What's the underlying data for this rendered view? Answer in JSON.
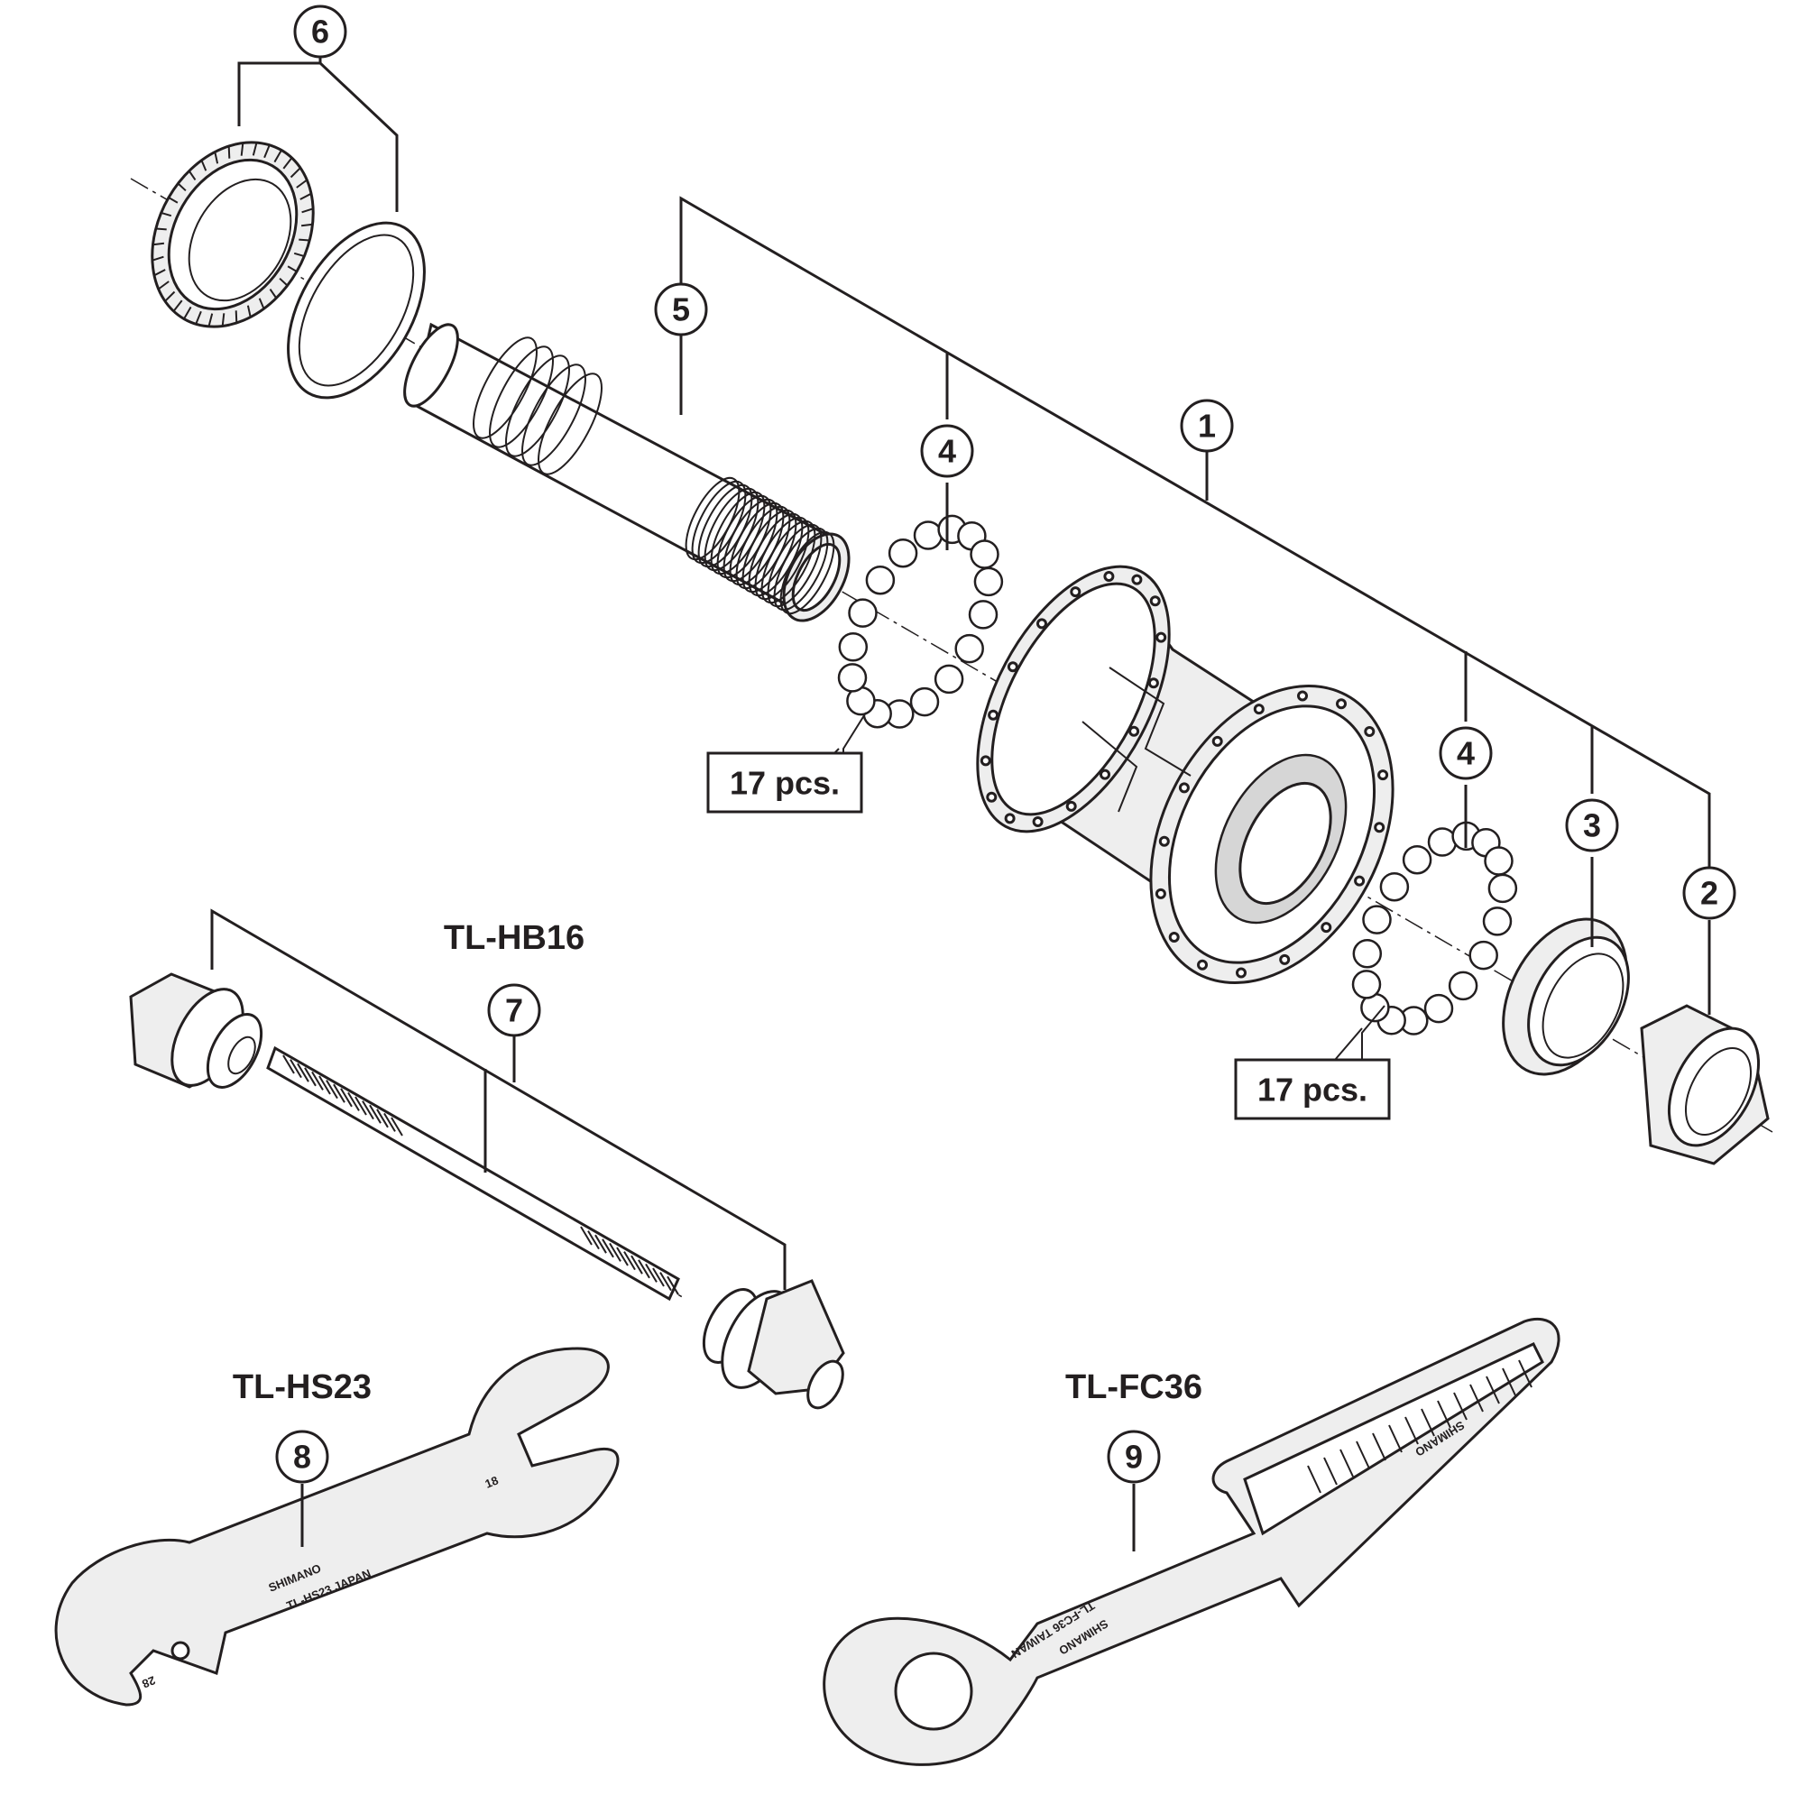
{
  "callouts": {
    "c1": "1",
    "c2": "2",
    "c3": "3",
    "c4a": "4",
    "c4b": "4",
    "c5": "5",
    "c6": "6",
    "c7": "7",
    "c8": "8",
    "c9": "9"
  },
  "quantities": {
    "upper": "17 pcs.",
    "lower": "17 pcs."
  },
  "tools": {
    "hb16": "TL-HB16",
    "hs23": "TL-HS23",
    "fc36": "TL-FC36"
  },
  "engravings": {
    "hs23_brand": "SHIMANO",
    "hs23_model": "TL-HS23  JAPAN",
    "hs23_size_small": "18",
    "hs23_size_large": "28",
    "fc36_brand": "SHIMANO",
    "fc36_model": "TL-FC36 TAIWAN",
    "fc36_handle_brand": "SHIMANO"
  },
  "colors": {
    "ink": "#231f20",
    "metal": "#d6d6d6",
    "paper": "#ffffff"
  }
}
